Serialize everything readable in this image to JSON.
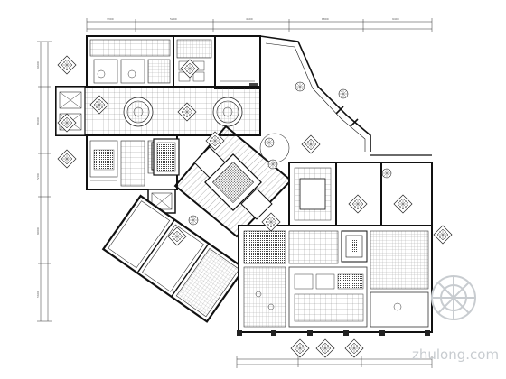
{
  "watermark": {
    "text": "zhulong.com",
    "color": "#c8ccd0"
  },
  "dimension_labels": {
    "top_1": "3300",
    "top_2": "5200",
    "top_3": "4600",
    "top_4": "6800",
    "top_5": "9400",
    "left_1": "6600",
    "left_2": "8400",
    "left_3": "7200",
    "left_4": "9000",
    "left_5": "5600"
  },
  "colors": {
    "line": "#1a1a1a",
    "hatch": "#666666"
  }
}
